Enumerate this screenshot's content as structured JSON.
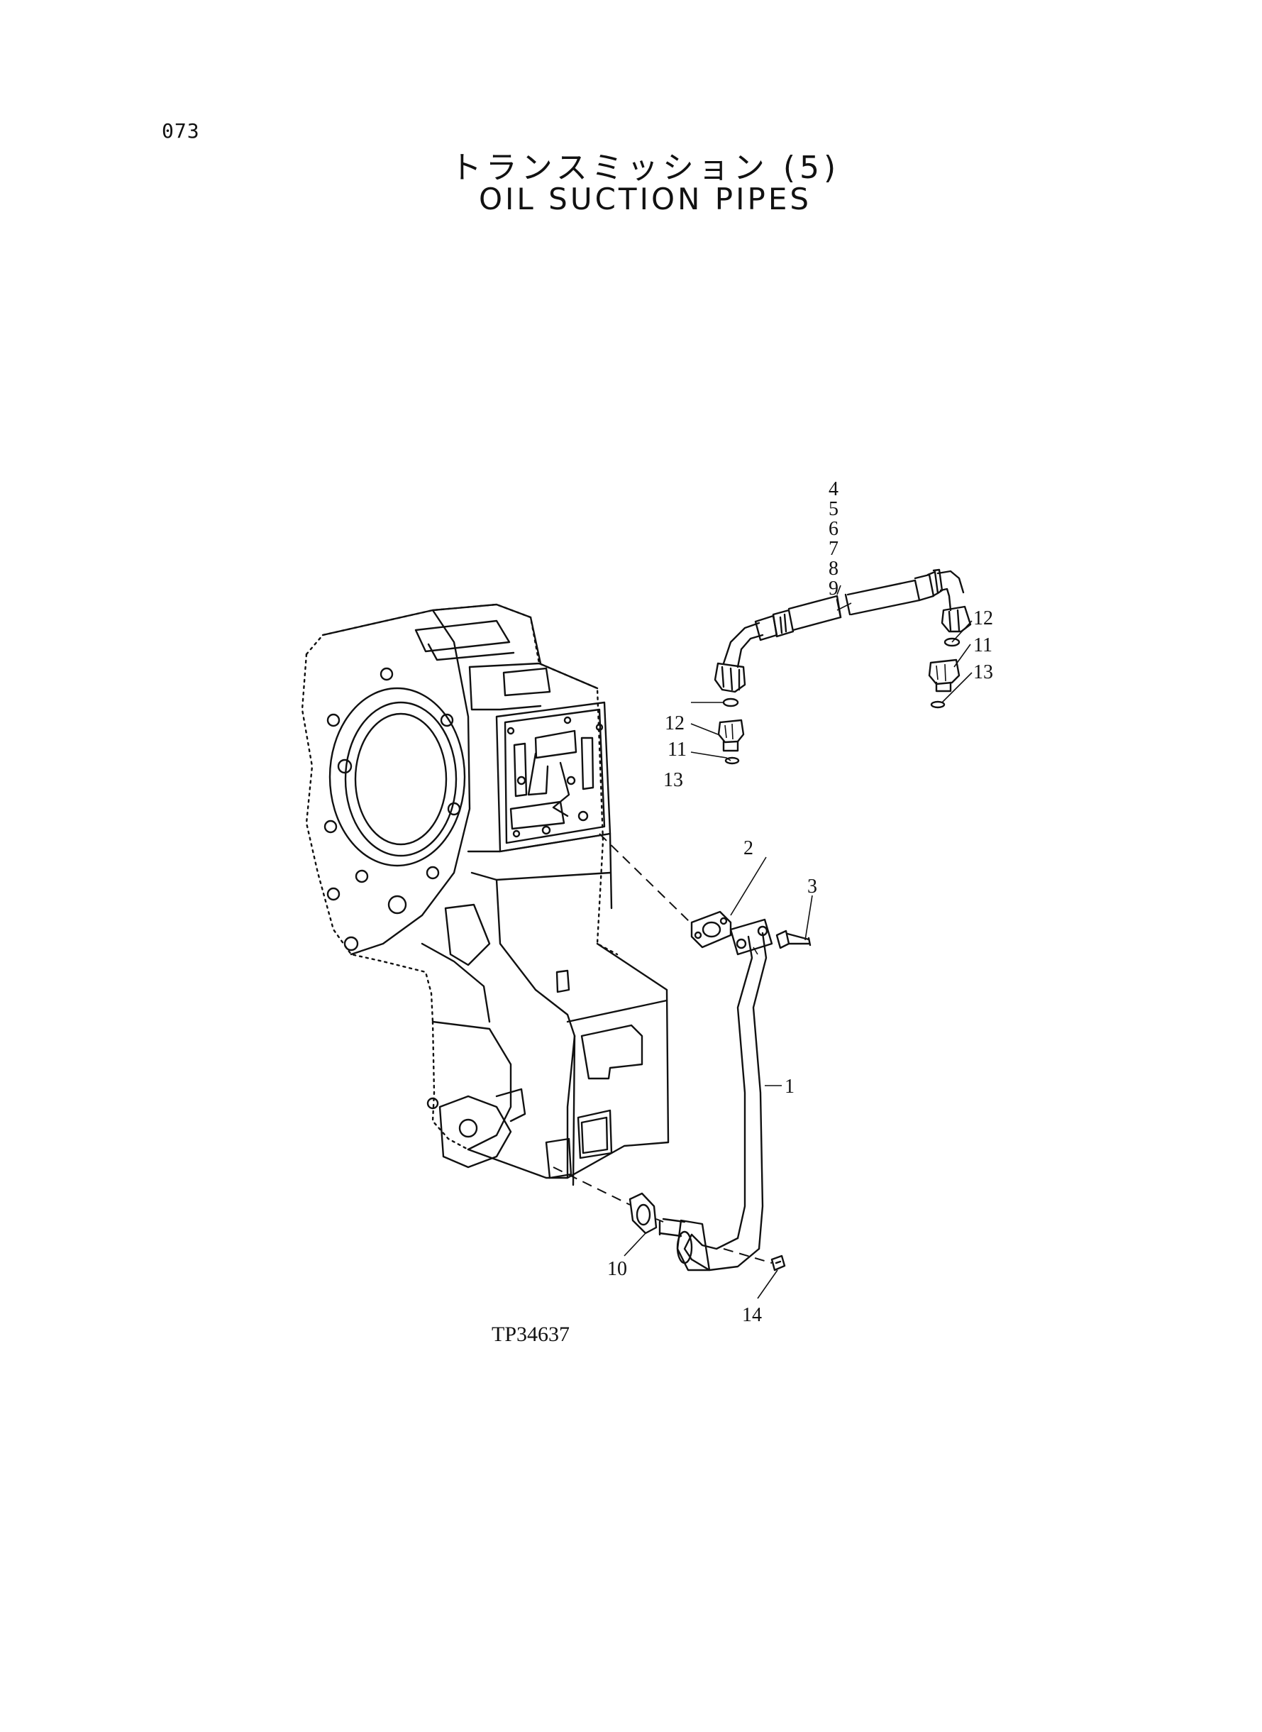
{
  "page": {
    "number": "073",
    "title_jp": "トランスミッション (5)",
    "title_en": "OIL SUCTION PIPES"
  },
  "drawing": {
    "id": "TP34637"
  },
  "callouts": {
    "c1": "1",
    "c2": "2",
    "c3": "3",
    "c4": "4",
    "c5": "5",
    "c6": "6",
    "c7": "7",
    "c8": "8",
    "c9": "9",
    "c10": "10",
    "c11_left": "11",
    "c11_right": "11",
    "c12_left": "12",
    "c12_right": "12",
    "c13_left": "13",
    "c13_right": "13",
    "c14": "14"
  }
}
